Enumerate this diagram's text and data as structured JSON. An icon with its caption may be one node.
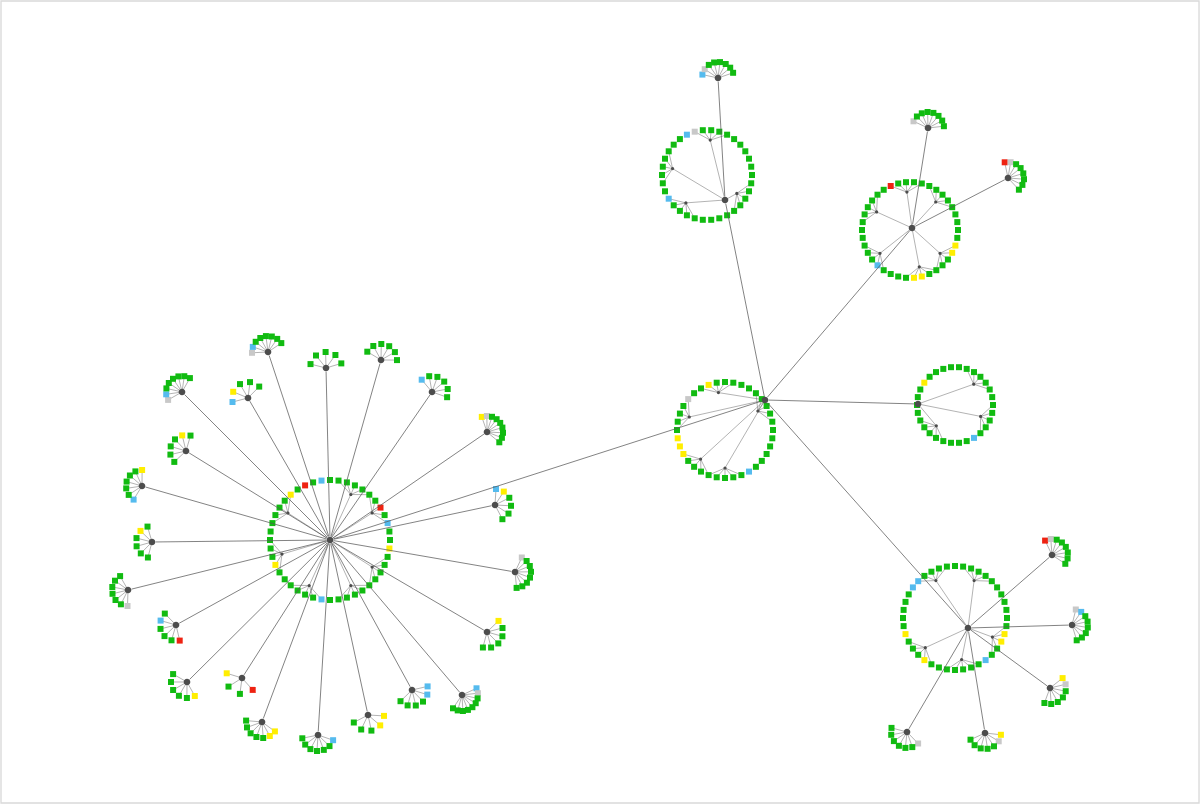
{
  "diagram": {
    "nodes": [
      {
        "text": [],
        "shape": "circle"
      },
      {
        "text": [],
        "shape": "circle"
      },
      {
        "text": [],
        "shape": "circle"
      },
      {
        "text": [],
        "shape": "circle"
      },
      {
        "text": [],
        "shape": "circle"
      },
      {
        "text": [],
        "shape": "circle"
      },
      {
        "text": [],
        "shape": "circle"
      },
      {
        "text": [],
        "shape": "circle"
      },
      {
        "text": [],
        "shape": "circle"
      },
      {
        "text": [],
        "shape": "circle"
      },
      {
        "text": [],
        "shape": "circle"
      },
      {
        "text": [],
        "shape": "circle"
      },
      {
        "text": [],
        "shape": "circle"
      },
      {
        "text": [],
        "shape": "circle"
      },
      {
        "text": [],
        "shape": "circle"
      },
      {
        "text": [],
        "shape": "circle"
      },
      {
        "text": [],
        "shape": "circle"
      },
      {
        "text": [],
        "shape": "circle"
      },
      {
        "text": [],
        "shape": "circle"
      },
      {
        "text": [],
        "shape": "circle"
      },
      {
        "text": [],
        "shape": "circle"
      },
      {
        "text": [],
        "shape": "circle"
      },
      {
        "text": [],
        "shape": "circle"
      },
      {
        "text": [],
        "shape": "circle"
      },
      {
        "text": [],
        "shape": "circle"
      },
      {
        "text": [],
        "shape": "circle"
      },
      {
        "text": [],
        "shape": "circle"
      },
      {
        "text": [],
        "shape": "circle"
      },
      {
        "text": [],
        "shape": "circle"
      },
      {
        "text": [],
        "shape": "circle"
      },
      {
        "text": [],
        "shape": "circle"
      },
      {
        "text": [],
        "shape": "circle"
      },
      {
        "text": [],
        "shape": "circle"
      },
      {
        "text": [],
        "shape": "circle"
      },
      {
        "text": [],
        "shape": "circle"
      },
      {
        "text": [],
        "shape": "circle"
      }
    ],
    "edges": [
      {
        "from": 0,
        "to": 1,
        "arrow": "none"
      },
      {
        "from": 0,
        "to": 2,
        "arrow": "none"
      },
      {
        "from": 0,
        "to": 3,
        "arrow": "none"
      },
      {
        "from": 0,
        "to": 4,
        "arrow": "none"
      },
      {
        "from": 0,
        "to": 5,
        "arrow": "none"
      },
      {
        "from": 0,
        "to": 6,
        "arrow": "none"
      },
      {
        "from": 0,
        "to": 7,
        "arrow": "none"
      },
      {
        "from": 0,
        "to": 8,
        "arrow": "none"
      },
      {
        "from": 0,
        "to": 9,
        "arrow": "none"
      },
      {
        "from": 0,
        "to": 10,
        "arrow": "none"
      },
      {
        "from": 0,
        "to": 11,
        "arrow": "none"
      },
      {
        "from": 0,
        "to": 12,
        "arrow": "none"
      },
      {
        "from": 0,
        "to": 13,
        "arrow": "none"
      },
      {
        "from": 0,
        "to": 14,
        "arrow": "none"
      },
      {
        "from": 0,
        "to": 15,
        "arrow": "none"
      },
      {
        "from": 0,
        "to": 16,
        "arrow": "none"
      },
      {
        "from": 0,
        "to": 17,
        "arrow": "none"
      },
      {
        "from": 0,
        "to": 18,
        "arrow": "none"
      },
      {
        "from": 0,
        "to": 19,
        "arrow": "none"
      },
      {
        "from": 0,
        "to": 20,
        "arrow": "none"
      },
      {
        "from": 0,
        "to": 21,
        "arrow": "none"
      },
      {
        "from": 0,
        "to": 22,
        "arrow": "none"
      },
      {
        "from": 0,
        "to": 23,
        "arrow": "none"
      },
      {
        "from": 23,
        "to": 24,
        "arrow": "none"
      },
      {
        "from": 24,
        "to": 25,
        "arrow": "none"
      },
      {
        "from": 23,
        "to": 26,
        "arrow": "none"
      },
      {
        "from": 26,
        "to": 27,
        "arrow": "none"
      },
      {
        "from": 26,
        "to": 28,
        "arrow": "none"
      },
      {
        "from": 23,
        "to": 29,
        "arrow": "none"
      },
      {
        "from": 23,
        "to": 30,
        "arrow": "none"
      },
      {
        "from": 30,
        "to": 31,
        "arrow": "none"
      },
      {
        "from": 30,
        "to": 32,
        "arrow": "none"
      },
      {
        "from": 30,
        "to": 33,
        "arrow": "none"
      },
      {
        "from": 30,
        "to": 34,
        "arrow": "none"
      },
      {
        "from": 30,
        "to": 35,
        "arrow": "none"
      }
    ]
  }
}
